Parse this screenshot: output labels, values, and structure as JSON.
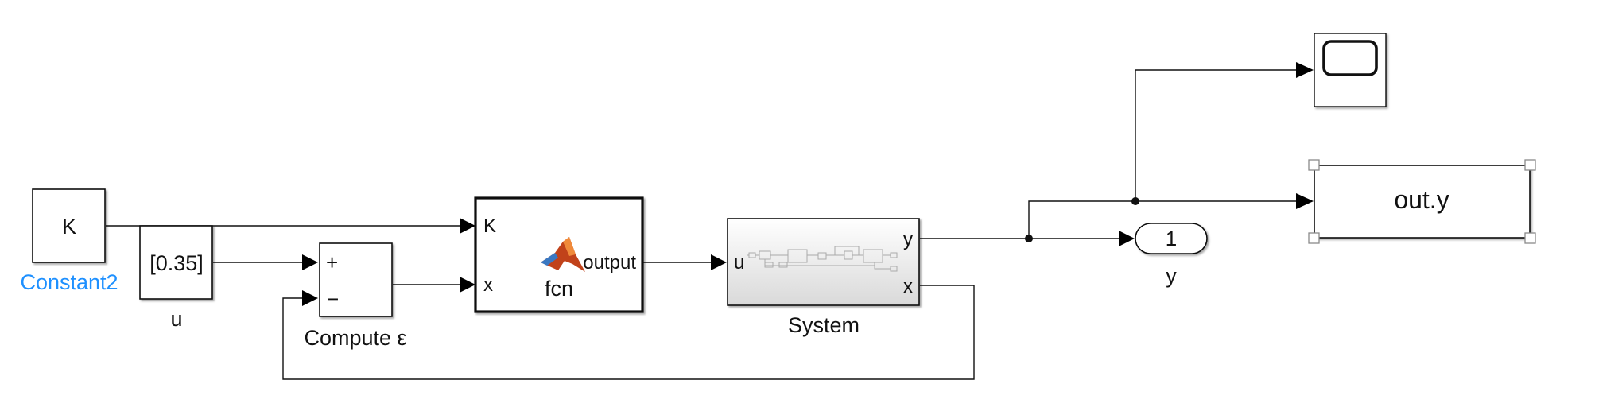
{
  "colors": {
    "selected_label": "#1e90ff",
    "matlab_logo_dark": "#c1421a",
    "matlab_logo_light": "#f08a3a",
    "matlab_logo_blue": "#3a78c2",
    "subsystem_gradient_top": "#ffffff",
    "subsystem_gradient_bottom": "#d9d9d9"
  },
  "blocks": {
    "constant": {
      "value": "K",
      "name": "Constant2"
    },
    "u_block": {
      "value": "[0.35]",
      "name": "u"
    },
    "sum": {
      "plus": "+",
      "minus": "−",
      "name": "Compute ε"
    },
    "fcn": {
      "in_k": "K",
      "in_x": "x",
      "out": "output",
      "name": "fcn",
      "icon": "matlab-logo-icon"
    },
    "system": {
      "in_u": "u",
      "out_y": "y",
      "out_x": "x",
      "name": "System",
      "icon": "subsystem-schematic-icon"
    },
    "outport": {
      "number": "1",
      "name": "y"
    },
    "to_workspace": {
      "value": "out.y"
    },
    "scope": {
      "icon": "scope-screen-icon"
    }
  }
}
